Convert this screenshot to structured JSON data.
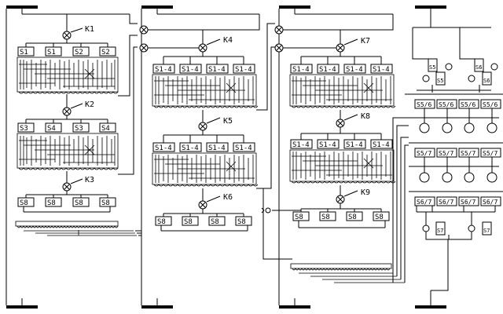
{
  "colors": {
    "ink": "#000000",
    "background": "#ffffff"
  },
  "icons": {
    "switch_node": "circle-x-icon",
    "selector": "circle-face-icon",
    "junction": "arrow-dot-icon"
  },
  "diagram": {
    "section1": {
      "k_labels": [
        "K1",
        "K2",
        "K3"
      ],
      "switch_labels_top": [
        "S1",
        "S1",
        "S2",
        "S2"
      ],
      "switch_labels_mid": [
        "S3",
        "S4",
        "S3",
        "S4"
      ],
      "switch_labels_bottom": [
        "S8",
        "S8",
        "S8",
        "S8"
      ]
    },
    "section2": {
      "k_labels": [
        "K4",
        "K5",
        "K6"
      ],
      "switch_labels_top": [
        "S1-4",
        "S1-4",
        "S1-4",
        "S1-4"
      ],
      "switch_labels_mid": [
        "S1-4",
        "S1-4",
        "S1-4",
        "S1-4"
      ],
      "switch_labels_bottom": [
        "S8",
        "S8",
        "S8",
        "S8"
      ]
    },
    "section3": {
      "k_labels": [
        "K7",
        "K8",
        "K9"
      ],
      "switch_labels_top": [
        "S1-4",
        "S1-4",
        "S1-4",
        "S1-4"
      ],
      "switch_labels_mid": [
        "S1-4",
        "S1-4",
        "S1-4",
        "S1-4"
      ],
      "switch_labels_bottom": [
        "S8",
        "S8",
        "S8",
        "S8"
      ]
    },
    "section4": {
      "top_small_labels": [
        "S5",
        "S5",
        "S6",
        "S6"
      ],
      "row1_labels": [
        "S5/6",
        "S5/6",
        "S5/6",
        "S5/6"
      ],
      "row2_labels": [
        "S5/7",
        "S5/7",
        "S5/7",
        "S5/7"
      ],
      "row3_labels": [
        "S6/7",
        "S6/7",
        "S6/7",
        "S6/7"
      ],
      "bottom_small_labels": [
        "S7",
        "S7"
      ]
    }
  }
}
